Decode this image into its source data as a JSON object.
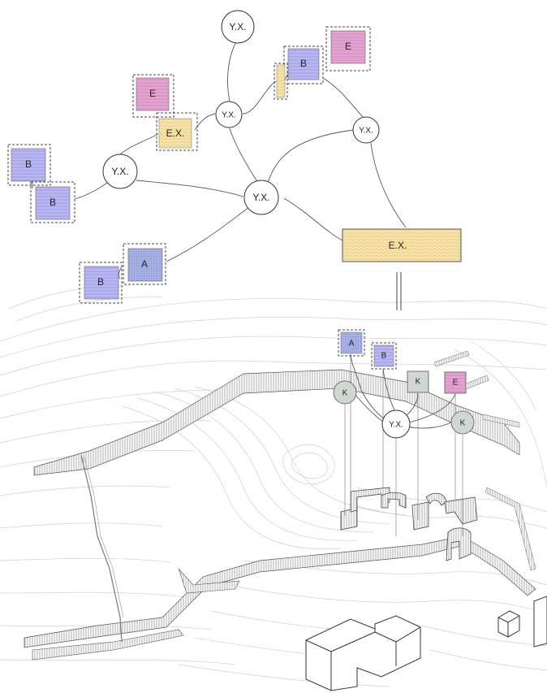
{
  "colors": {
    "blue": "#b9b6f2",
    "pink": "#e2a3d1",
    "yellow": "#f6e2a6",
    "grid_blue": "#a9b4e6",
    "green": "#cfd8d0",
    "white": "#ffffff"
  },
  "upper_diagram": {
    "yx_label": "Y.X.",
    "ex_label": "E.X.",
    "nodes": [
      {
        "id": "yx-top",
        "label": "Y.X."
      },
      {
        "id": "yx-mid",
        "label": "Y.X."
      },
      {
        "id": "yx-right",
        "label": "Y.X."
      },
      {
        "id": "yx-left",
        "label": "Y.X."
      },
      {
        "id": "yx-center",
        "label": "Y.X."
      }
    ],
    "boxes": [
      {
        "id": "e-top-right",
        "label": "E"
      },
      {
        "id": "b-top-right",
        "label": "B"
      },
      {
        "id": "e-left",
        "label": "E"
      },
      {
        "id": "ex-small",
        "label": "E.X."
      },
      {
        "id": "b-far-left-top",
        "label": "B"
      },
      {
        "id": "b-far-left-bottom",
        "label": "B"
      },
      {
        "id": "a-bottom",
        "label": "A"
      },
      {
        "id": "b-bottom",
        "label": "B"
      },
      {
        "id": "ex-large",
        "label": "E.X."
      }
    ]
  },
  "lower_diagram": {
    "boxes": [
      {
        "id": "a-site",
        "label": "A"
      },
      {
        "id": "b-site",
        "label": "B"
      },
      {
        "id": "k-box",
        "label": "K"
      },
      {
        "id": "e-site",
        "label": "E"
      }
    ],
    "circles": [
      {
        "id": "k-left",
        "label": "K"
      },
      {
        "id": "yx-site",
        "label": "Y.X."
      },
      {
        "id": "k-right",
        "label": "K"
      }
    ]
  }
}
